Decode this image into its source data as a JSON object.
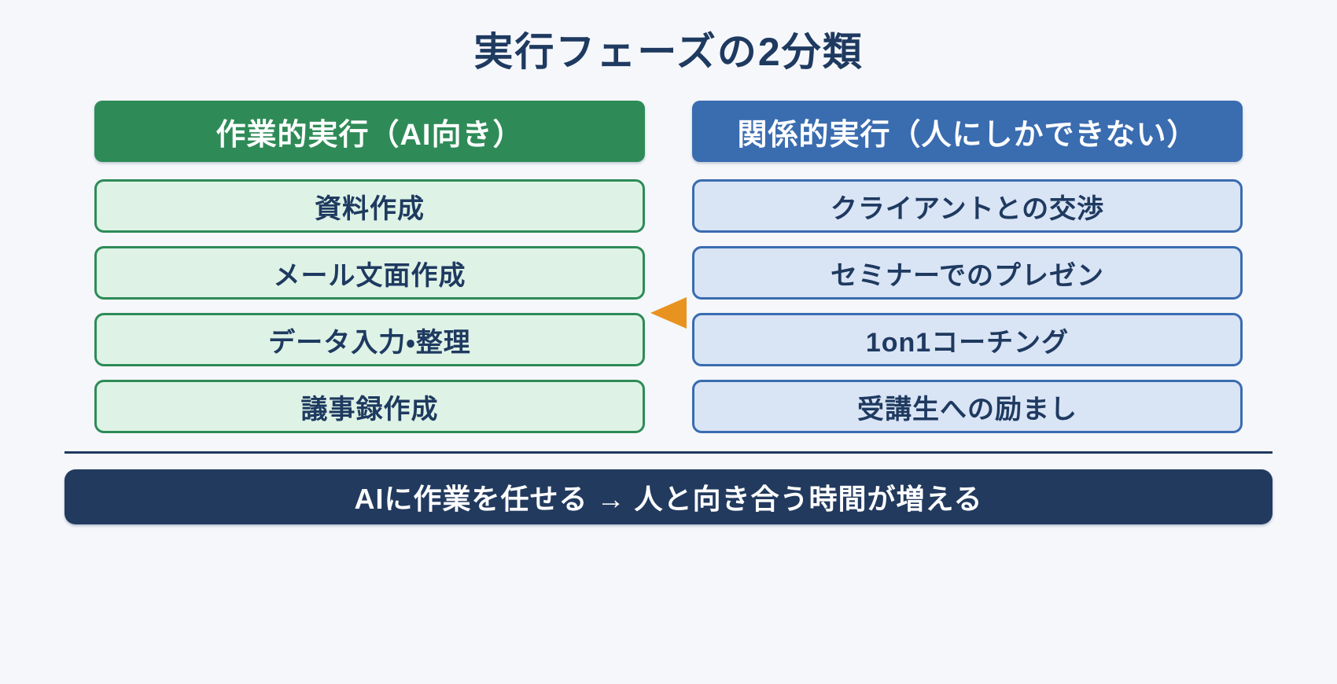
{
  "title": "実行フェーズの2分類",
  "columns": [
    {
      "id": "task-execution",
      "header": "作業的実行（AI向き）",
      "header_bg": "#2e8b57",
      "item_bg": "#def3e6",
      "item_border": "#2e8b57",
      "items": [
        "資料作成",
        "メール文面作成",
        "データ入力・整理",
        "議事録作成"
      ]
    },
    {
      "id": "relational-execution",
      "header": "関係的実行（人にしかできない）",
      "header_bg": "#3a6cb0",
      "item_bg": "#d9e4f5",
      "item_border": "#3a6cb0",
      "items": [
        "クライアントとの交渉",
        "セミナーでのプレゼン",
        "1on1コーチング",
        "受講生への励まし"
      ]
    }
  ],
  "arrow": {
    "icon": "left-pointing-triangle",
    "direction": "left",
    "color": "#e8931f"
  },
  "footer": {
    "text": "AIに作業を任せる → 人と向き合う時間が増える",
    "bg": "#223a5e"
  },
  "colors": {
    "background": "#f5f7fb",
    "text": "#1f3a60",
    "divider": "#1f3a60"
  }
}
